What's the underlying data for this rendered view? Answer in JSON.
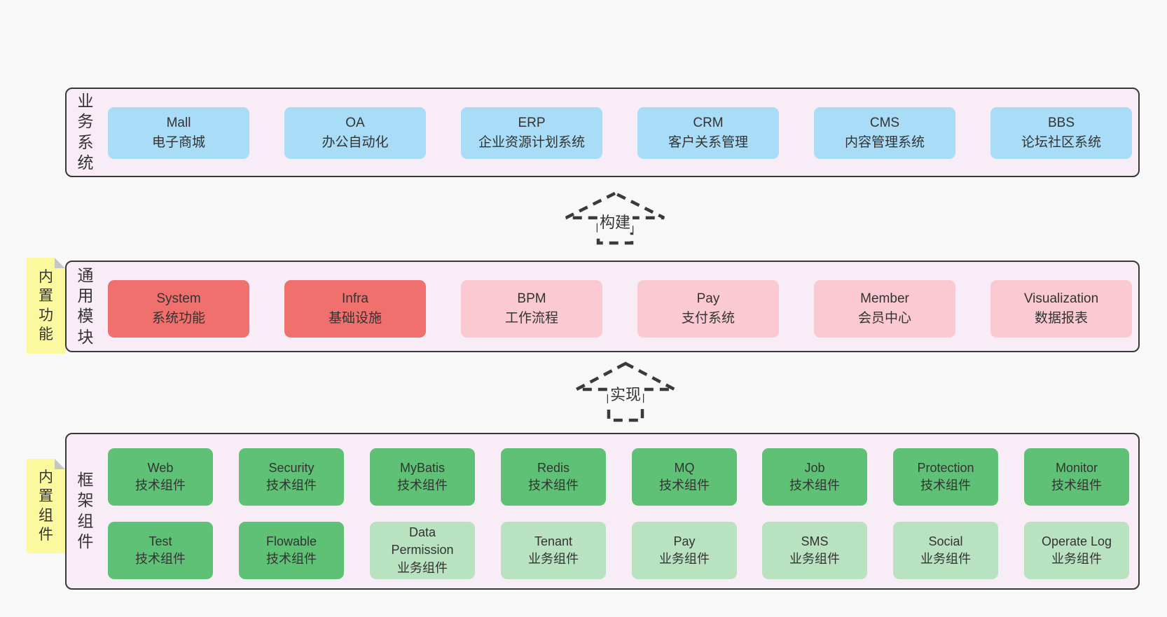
{
  "colors": {
    "page_bg": "#f8f8f8",
    "band_bg": "#f8edf6",
    "band_border": "#383838",
    "blue_box": "#a9dcf6",
    "red_box": "#f0706e",
    "pink_box": "#fac9d2",
    "green_box": "#5fc175",
    "light_green_box": "#b9e3c0",
    "note_yellow": "#fbf99e",
    "text": "#333333"
  },
  "bands": [
    {
      "label": "业务系统",
      "boxes": [
        {
          "name": "Mall",
          "sub": "电子商城"
        },
        {
          "name": "OA",
          "sub": "办公自动化"
        },
        {
          "name": "ERP",
          "sub": "企业资源计划系统"
        },
        {
          "name": "CRM",
          "sub": "客户关系管理"
        },
        {
          "name": "CMS",
          "sub": "内容管理系统"
        },
        {
          "name": "BBS",
          "sub": "论坛社区系统"
        }
      ]
    },
    {
      "label": "通用模块",
      "note": "内置功能",
      "boxes": [
        {
          "name": "System",
          "sub": "系统功能"
        },
        {
          "name": "Infra",
          "sub": "基础设施"
        },
        {
          "name": "BPM",
          "sub": "工作流程"
        },
        {
          "name": "Pay",
          "sub": "支付系统"
        },
        {
          "name": "Member",
          "sub": "会员中心"
        },
        {
          "name": "Visualization",
          "sub": "数据报表"
        }
      ]
    },
    {
      "label": "框架组件",
      "note": "内置组件",
      "rows": [
        [
          {
            "name": "Web",
            "sub": "技术组件"
          },
          {
            "name": "Security",
            "sub": "技术组件"
          },
          {
            "name": "MyBatis",
            "sub": "技术组件"
          },
          {
            "name": "Redis",
            "sub": "技术组件"
          },
          {
            "name": "MQ",
            "sub": "技术组件"
          },
          {
            "name": "Job",
            "sub": "技术组件"
          },
          {
            "name": "Protection",
            "sub": "技术组件"
          },
          {
            "name": "Monitor",
            "sub": "技术组件"
          }
        ],
        [
          {
            "name": "Test",
            "sub": "技术组件"
          },
          {
            "name": "Flowable",
            "sub": "技术组件"
          },
          {
            "name": "Data Permission",
            "sub": "业务组件"
          },
          {
            "name": "Tenant",
            "sub": "业务组件"
          },
          {
            "name": "Pay",
            "sub": "业务组件"
          },
          {
            "name": "SMS",
            "sub": "业务组件"
          },
          {
            "name": "Social",
            "sub": "业务组件"
          },
          {
            "name": "Operate Log",
            "sub": "业务组件"
          }
        ]
      ]
    }
  ],
  "arrows": [
    {
      "label": "构建"
    },
    {
      "label": "实现"
    }
  ]
}
